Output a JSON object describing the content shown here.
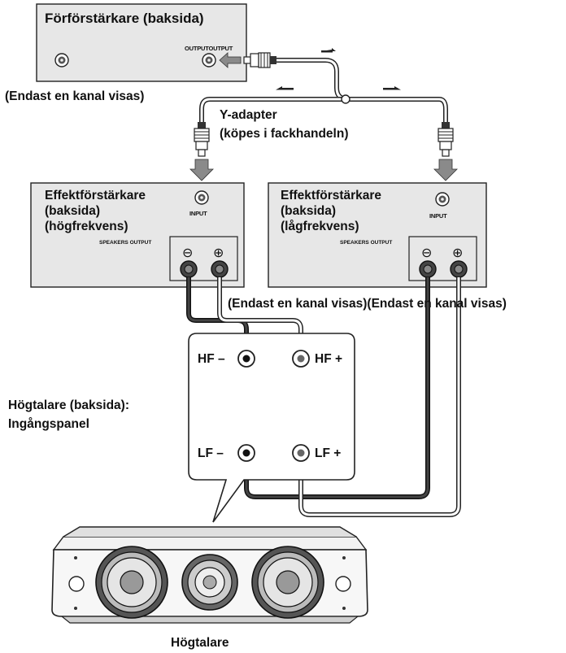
{
  "preamp": {
    "title": "Förförstärkare (baksida)",
    "output_label": "OUTPUTOUTPUT",
    "note": "(Endast en kanal visas)"
  },
  "adapter": {
    "line1": "Y-adapter",
    "line2": "(köpes i fackhandeln)"
  },
  "amp_high": {
    "line1": "Effektförstärkare",
    "line2": "(baksida)",
    "line3": "(högfrekvens)",
    "input_label": "INPUT",
    "speakers_output_label": "SPEAKERS OUTPUT",
    "minus": "⊖",
    "plus": "⊕"
  },
  "amp_low": {
    "line1": "Effektförstärkare",
    "line2": "(baksida)",
    "line3": "(lågfrekvens)",
    "input_label": "INPUT",
    "speakers_output_label": "SPEAKERS OUTPUT",
    "minus": "⊖",
    "plus": "⊕"
  },
  "channel_note": "(Endast en kanal visas)(Endast en kanal visas)",
  "speaker_panel": {
    "label_line1": "Högtalare (baksida):",
    "label_line2": "Ingångspanel",
    "hf_minus": "HF –",
    "hf_plus": "HF +",
    "lf_minus": "LF –",
    "lf_plus": "LF +"
  },
  "speaker": {
    "label": "Högtalare"
  },
  "colors": {
    "panel_fill": "#e7e7e7",
    "cable_dark": "#2a2a2a",
    "cable_light": "#ffffff",
    "outline": "#222222",
    "arrow_grey": "#8a8a8a"
  }
}
